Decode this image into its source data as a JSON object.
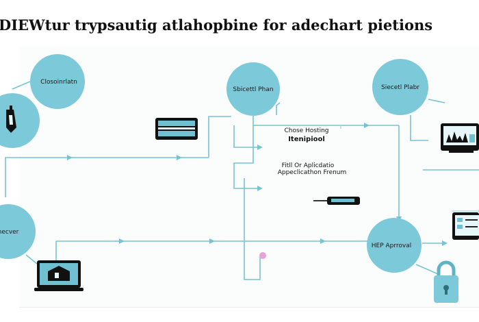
{
  "title": "DIEWtur trypsautig atlahopbine for adechart pietions",
  "nodes": {
    "cloud": {
      "label": "Closoinrlatn"
    },
    "service": {
      "label": "Sbicettl Phan"
    },
    "select": {
      "label": "Siecetl Plabr"
    },
    "checker": {
      "label": "hecver"
    },
    "approval": {
      "label": "HEP Aprroval"
    }
  },
  "center": {
    "hosting_label": "Chose Hosting",
    "hosting_id": "Itenipiool",
    "fill_line1": "Fitll Or Aplicdatio",
    "fill_line2": "Appeclicathon Frenum"
  },
  "colors": {
    "accent": "#7cc9d9",
    "connector": "#76c4d2",
    "ink": "#111111"
  },
  "icons": [
    "pen-icon",
    "laptop-icon",
    "monitor-icon",
    "tablet-icon",
    "pen-tool-icon",
    "padlock-icon",
    "display-panel-icon"
  ]
}
